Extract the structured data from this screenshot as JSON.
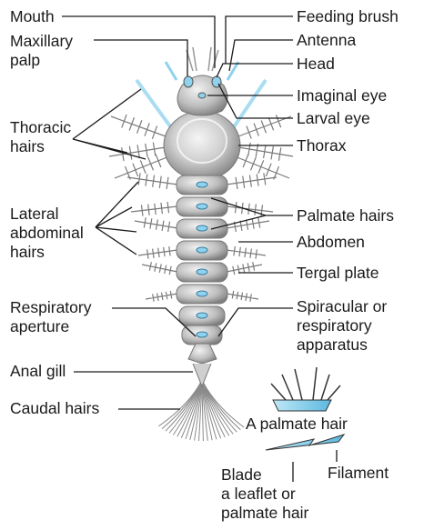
{
  "labels": {
    "mouth": "Mouth",
    "maxillary_palp": "Maxillary\npalp",
    "thoracic_hairs": "Thoracic\nhairs",
    "lateral_abdominal_hairs": "Lateral\nabdominal\nhairs",
    "respiratory_aperture": "Respiratory\naperture",
    "anal_gill": "Anal gill",
    "caudal_hairs": "Caudal hairs",
    "feeding_brush": "Feeding brush",
    "antenna": "Antenna",
    "head": "Head",
    "imaginal_eye": "Imaginal eye",
    "larval_eye": "Larval eye",
    "thorax": "Thorax",
    "palmate_hairs": "Palmate hairs",
    "abdomen": "Abdomen",
    "tergal_plate": "Tergal plate",
    "spiracular_apparatus": "Spiracular or\nrespiratory\napparatus",
    "a_palmate_hair": "A palmate hair",
    "filament": "Filament",
    "blade": "Blade\na leaflet or\npalmate hair"
  },
  "colors": {
    "body_light": "#e4e4e4",
    "body_dark": "#8a8a8a",
    "plate_blue": "#8fd2ee",
    "line": "#1a1a1a"
  }
}
